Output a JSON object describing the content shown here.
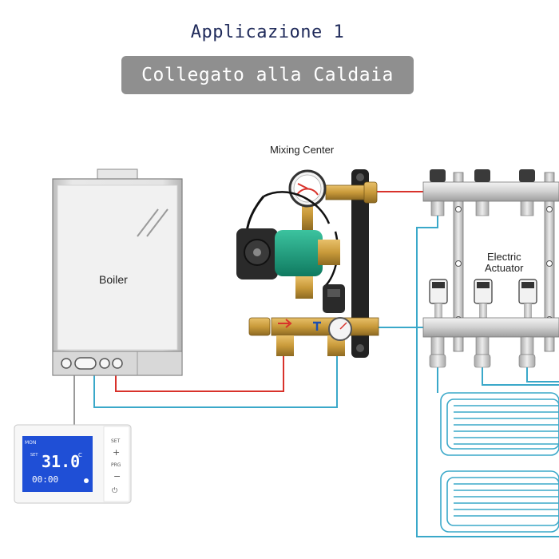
{
  "header": {
    "title": "Applicazione 1",
    "subtitle": "Collegato alla Caldaia"
  },
  "diagram": {
    "mixing_center_label": "Mixing Center",
    "boiler_label": "Boiler",
    "actuator_label_line1": "Electric",
    "actuator_label_line2": "Actuator"
  },
  "thermostat": {
    "mode": "MON",
    "set_label": "SET",
    "temperature": "31.0",
    "unit": "C",
    "clock": "00:00",
    "set_button": "SET",
    "plus_button": "+",
    "prg_button": "PRG",
    "minus_button": "−",
    "power_button": "⏻"
  },
  "colors": {
    "hot_pipe": "#d8322b",
    "cold_pipe": "#3aa8c9",
    "title": "#1f2a5a",
    "subtitle_bg": "#8f8f8f",
    "lcd": "#1f4fd6",
    "pump": "#1aa183",
    "brass": "#c99a3a"
  }
}
